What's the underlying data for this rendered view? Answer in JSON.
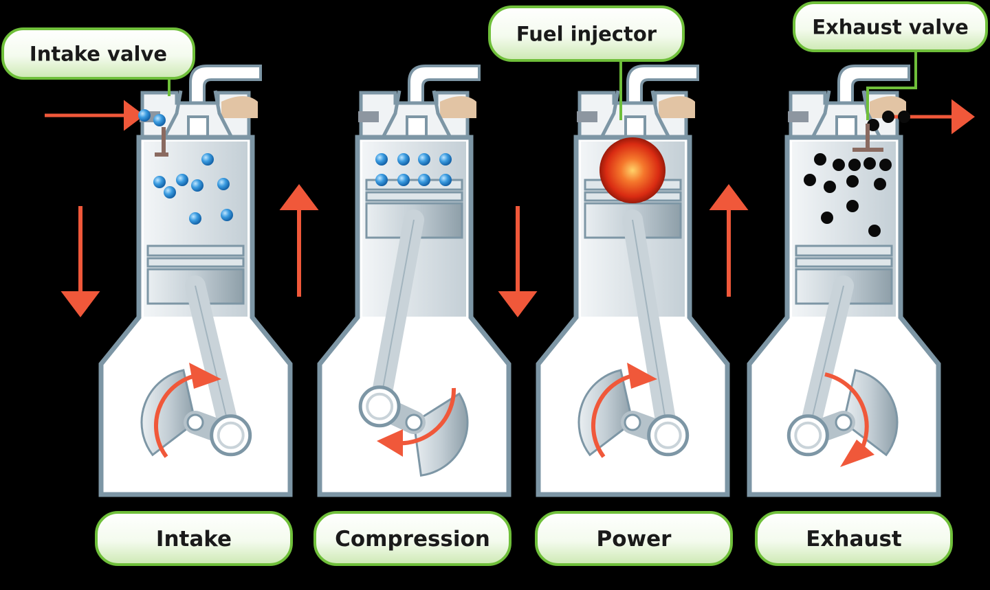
{
  "callouts": {
    "intake_valve": "Intake valve",
    "fuel_injector": "Fuel injector",
    "exhaust_valve": "Exhaust valve"
  },
  "strokes": [
    {
      "label": "Intake",
      "piston": "down",
      "gas": "fuel-air"
    },
    {
      "label": "Compression",
      "piston": "up",
      "gas": "fuel-air"
    },
    {
      "label": "Power",
      "piston": "down",
      "gas": "explosion"
    },
    {
      "label": "Exhaust",
      "piston": "up",
      "gas": "exhaust"
    }
  ],
  "colors": {
    "background": "#000000",
    "cylinder_outline": "#7d96a5",
    "cylinder_fill": "#ffffff",
    "metal": "#a8b6bf",
    "arrow": "#f0583a",
    "fuel_drop": "#2f86cf",
    "exhaust_particle": "#0a0a0a",
    "label_border": "#6fbf3a",
    "explosion": "#e53c1c"
  },
  "icons": [
    "down-arrow-icon",
    "up-arrow-icon",
    "rotation-arrow-icon",
    "inflow-arrow-icon",
    "outflow-arrow-icon"
  ]
}
